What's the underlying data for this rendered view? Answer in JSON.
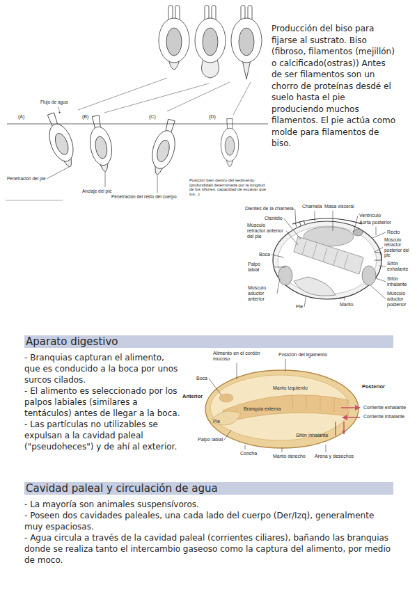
{
  "diagram": {
    "nodes": [
      {
        "text": [
          "Aparato digestivo"
        ]
      },
      {
        "text": [
          "Cavidad paleal y circulación de agua"
        ]
      }
    ],
    "labels": [
      "Flujo de agua",
      "(A)",
      "(B)",
      "(C)",
      "(D)",
      "Penetración del pie",
      "Anclaje del pie",
      "Penetración del resto del cuerpo",
      "Posición bien dentro del sedimento (profundidad determinada por la longitud de los sifones, capacidad de excavar que los...)",
      "Producción del biso para fijarse al sustrato. Biso (fibroso, filamentos (mejillón) o calcificado(ostras)) Antes de ser filamentos son un chorro de proteínas desdé el suelo hasta el pie produciendo muchos filamentos. El pie actúa como molde para filamentos de biso.",
      "Dientes de la charnela",
      "Charnela",
      "Masa visceral",
      "Ctenidio",
      "Ventrículo",
      "Aorta posterior",
      "Músculo retractor anterior del pie",
      "Recto",
      "Músculo retractor posterior del pie",
      "Boca",
      "Sifón exhalante",
      "Palpo labial",
      "Sifón inhalante",
      "Músculo aductor anterior",
      "Músculo aductor posterior",
      "Pie",
      "Manto",
      "- Branquias capturan el alimento, que es conducido a la boca por unos surcos cilados.",
      "- El alimento es seleccionado por los palpos labiales (similares a tentáculos) antes de llegar a la boca.",
      "- Las partículas no utilizables se expulsan a la cavidad paleal (\"pseudoheces\") y de ahí al exterior.",
      "Alimento en el cordón mucoso",
      "Posición del ligamento",
      "Boca",
      "Anterior",
      "Posterior",
      "Manto izquierdo",
      "Branquia externa",
      "Pie",
      "Palpo labial",
      "Concha",
      "Sifón inhalante",
      "Manto derecho",
      "Arena y desechos",
      "Corriente exhalante",
      "Corriente inhalante",
      "- La mayoría son animales suspensívoros.",
      "- Poseen dos cavidades paleales, una cada lado del cuerpo (Der/Izq), generalmente muy espaciosas.",
      "- Agua circula a través de la cavidad paleal (corrientes ciliares), bañando las branquias donde se realiza tanto el intercambio gaseoso como la captura del alimento, por medio de moco."
    ]
  }
}
